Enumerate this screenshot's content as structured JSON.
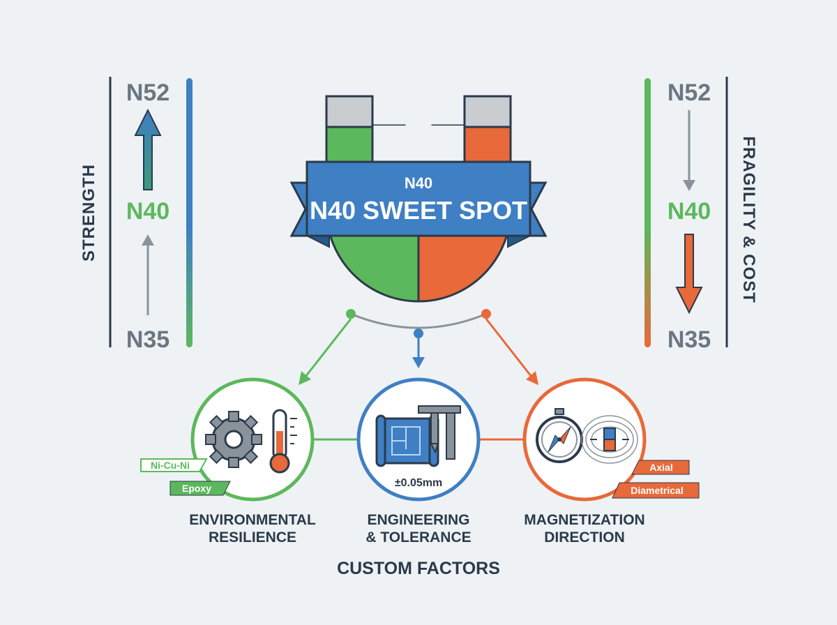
{
  "left_scale": {
    "axis_label": "STRENGTH",
    "top": "N52",
    "middle": "N40",
    "bottom": "N35"
  },
  "right_scale": {
    "axis_label": "FRAGILITY & COST",
    "top": "N52",
    "middle": "N40",
    "bottom": "N35"
  },
  "banner": {
    "small": "N40",
    "title": "N40 SWEET SPOT"
  },
  "factors": {
    "environmental": {
      "title_line1": "ENVIRONMENTAL",
      "title_line2": "RESILIENCE",
      "tag1": "Ni-Cu-Ni",
      "tag2": "Epoxy"
    },
    "engineering": {
      "title_line1": "ENGINEERING",
      "title_line2": "& TOLERANCE",
      "tolerance": "±0.05mm"
    },
    "magnetization": {
      "title_line1": "MAGNETIZATION",
      "title_line2": "DIRECTION",
      "tag1": "Axial",
      "tag2": "Diametrical"
    }
  },
  "footer": "CUSTOM FACTORS",
  "colors": {
    "green": "#5cb85c",
    "blue": "#3f7fc4",
    "orange": "#e8693a",
    "navy": "#2b3a4a",
    "grey_text": "#6b7680",
    "background": "#eef2f5"
  }
}
